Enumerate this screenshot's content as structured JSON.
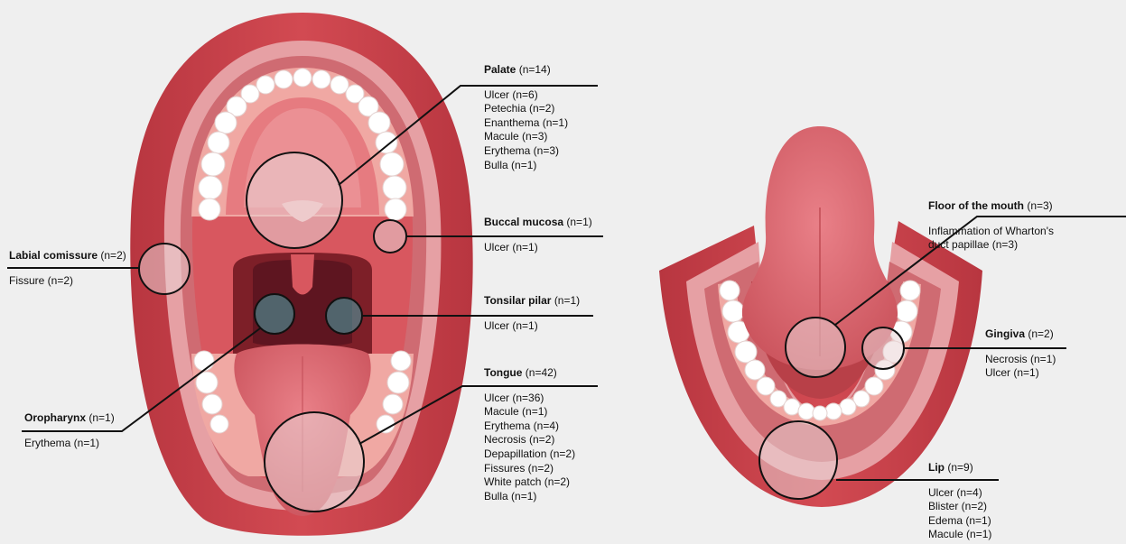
{
  "callouts": {
    "palate": {
      "title": "Palate",
      "count": "(n=14)",
      "items": [
        "Ulcer (n=6)",
        "Petechia (n=2)",
        "Enanthema (n=1)",
        "Macule (n=3)",
        "Erythema (n=3)",
        "Bulla (n=1)"
      ]
    },
    "buccal": {
      "title": "Buccal mucosa",
      "count": "(n=1)",
      "items": [
        "Ulcer (n=1)"
      ]
    },
    "labial": {
      "title": "Labial comissure",
      "count": "(n=2)",
      "items": [
        "Fissure (n=2)"
      ]
    },
    "tonsilar": {
      "title": "Tonsilar pilar",
      "count": "(n=1)",
      "items": [
        "Ulcer (n=1)"
      ]
    },
    "oropharynx": {
      "title": "Oropharynx",
      "count": "(n=1)",
      "items": [
        "Erythema (n=1)"
      ]
    },
    "tongue": {
      "title": "Tongue",
      "count": "(n=42)",
      "items": [
        "Ulcer (n=36)",
        "Macule (n=1)",
        "Erythema (n=4)",
        "Necrosis (n=2)",
        "Depapillation (n=2)",
        "Fissures (n=2)",
        "White patch (n=2)",
        "Bulla (n=1)"
      ]
    },
    "floor": {
      "title": "Floor of the mouth",
      "count": "(n=3)",
      "items": [
        "Inflammation of Wharton's",
        "duct papillae (n=3)"
      ]
    },
    "gingiva": {
      "title": "Gingiva",
      "count": "(n=2)",
      "items": [
        "Necrosis (n=1)",
        "Ulcer (n=1)"
      ]
    },
    "lip": {
      "title": "Lip",
      "count": "(n=9)",
      "items": [
        "Ulcer (n=4)",
        "Blister (n=2)",
        "Edema (n=1)",
        "Macule (n=1)"
      ]
    }
  },
  "colors": {
    "background": "#efefef",
    "lip_outer": "#c9434c",
    "lip_inner": "#e2858a",
    "mouth_cavity": "#d8575f",
    "throat": "#7d1f28",
    "tooth": "#ffffff",
    "gum": "#f0a8a3",
    "tongue": "#d9636a",
    "lesion_marker": "#e9d4d6",
    "pointer_line": "#111111"
  },
  "icons": [
    "open-mouth-illustration",
    "tongue-raised-illustration"
  ]
}
